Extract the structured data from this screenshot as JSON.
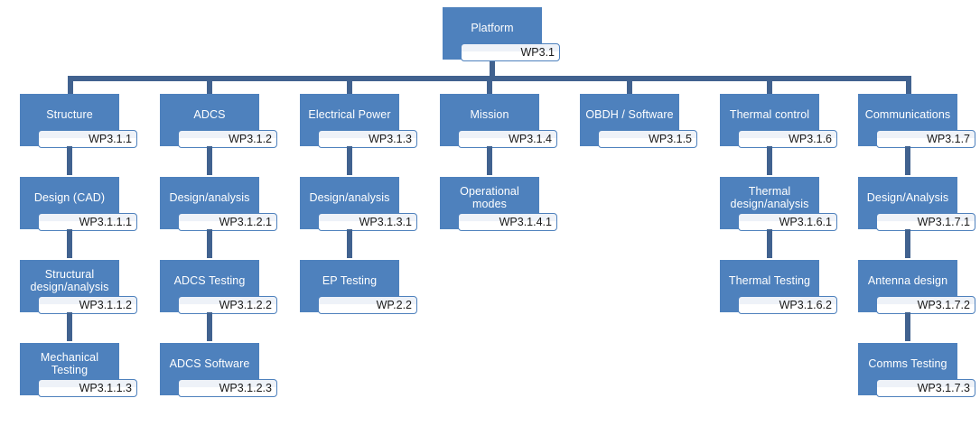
{
  "diagram": {
    "type": "work-breakdown-structure",
    "colors": {
      "node_fill": "#4e81bd",
      "node_text": "#ffffff",
      "connector": "#41628f",
      "code_chip_fill": "#ffffff",
      "code_chip_border": "#4e81bd",
      "code_text": "#1a1a1a",
      "background": "#ffffff"
    },
    "root": {
      "title": "Platform",
      "code": "WP3.1"
    },
    "columns": [
      {
        "id": "structure",
        "level1": {
          "title": "Structure",
          "code": "WP3.1.1"
        },
        "children": [
          {
            "title": "Design (CAD)",
            "code": "WP3.1.1.1"
          },
          {
            "title": "Structural design/analysis",
            "code": "WP3.1.1.2"
          },
          {
            "title": "Mechanical Testing",
            "code": "WP3.1.1.3"
          }
        ]
      },
      {
        "id": "adcs",
        "level1": {
          "title": "ADCS",
          "code": "WP3.1.2"
        },
        "children": [
          {
            "title": "Design/analysis",
            "code": "WP3.1.2.1"
          },
          {
            "title": "ADCS Testing",
            "code": "WP3.1.2.2"
          },
          {
            "title": "ADCS Software",
            "code": "WP3.1.2.3"
          }
        ]
      },
      {
        "id": "electrical-power",
        "level1": {
          "title": "Electrical Power",
          "code": "WP3.1.3"
        },
        "children": [
          {
            "title": "Design/analysis",
            "code": "WP3.1.3.1"
          },
          {
            "title": "EP Testing",
            "code": "WP.2.2"
          }
        ]
      },
      {
        "id": "mission",
        "level1": {
          "title": "Mission",
          "code": "WP3.1.4"
        },
        "children": [
          {
            "title": "Operational modes",
            "code": "WP3.1.4.1"
          }
        ]
      },
      {
        "id": "obdh-software",
        "level1": {
          "title": "OBDH / Software",
          "code": "WP3.1.5"
        },
        "children": []
      },
      {
        "id": "thermal-control",
        "level1": {
          "title": "Thermal control",
          "code": "WP3.1.6"
        },
        "children": [
          {
            "title": "Thermal design/analysis",
            "code": "WP3.1.6.1"
          },
          {
            "title": "Thermal Testing",
            "code": "WP3.1.6.2"
          }
        ]
      },
      {
        "id": "communications",
        "level1": {
          "title": "Communications",
          "code": "WP3.1.7"
        },
        "children": [
          {
            "title": "Design/Analysis",
            "code": "WP3.1.7.1"
          },
          {
            "title": "Antenna design",
            "code": "WP3.1.7.2"
          },
          {
            "title": "Comms Testing",
            "code": "WP3.1.7.3"
          }
        ]
      }
    ]
  }
}
